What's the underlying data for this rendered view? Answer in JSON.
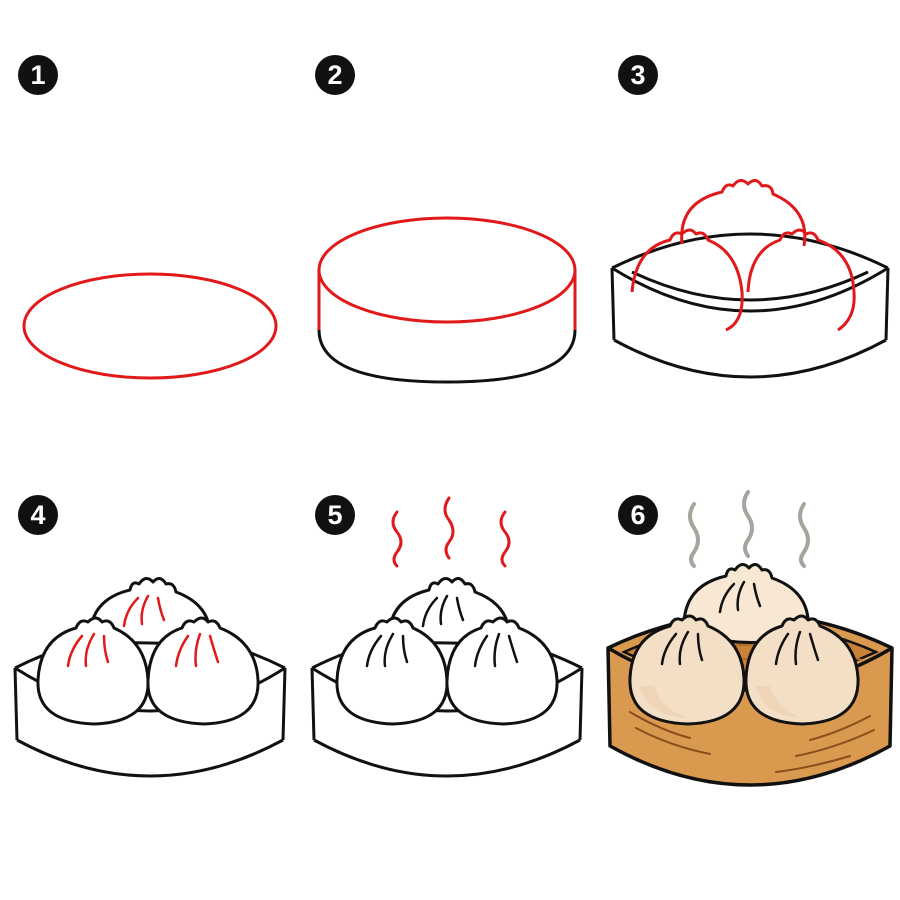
{
  "colors": {
    "outline": "#111111",
    "highlight": "#e0191b",
    "steam_final": "#a8a39d",
    "dough_light": "#f7e7d3",
    "dough_shade": "#efd5b8",
    "bamboo_light": "#d99a4f",
    "bamboo_dark": "#b36d2b",
    "bamboo_inner": "#c98237",
    "background": "#ffffff"
  },
  "steps": [
    {
      "number": "1",
      "name": "step-1-ellipse"
    },
    {
      "number": "2",
      "name": "step-2-cylinder"
    },
    {
      "number": "3",
      "name": "step-3-dumpling-outlines"
    },
    {
      "number": "4",
      "name": "step-4-pleats"
    },
    {
      "number": "5",
      "name": "step-5-steam"
    },
    {
      "number": "6",
      "name": "step-6-colored-result"
    }
  ]
}
